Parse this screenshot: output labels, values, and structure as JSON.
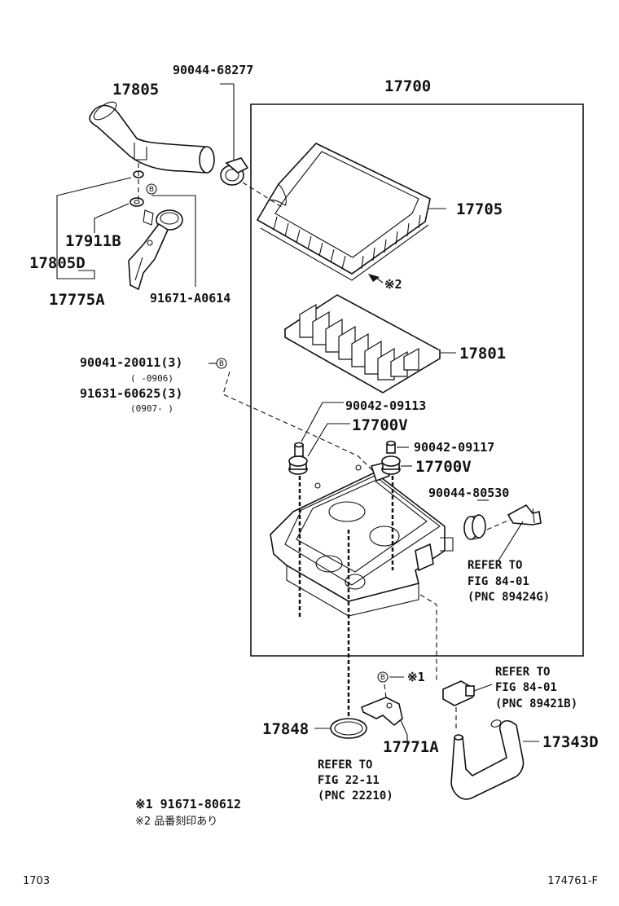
{
  "labels": {
    "p17805": "17805",
    "p90044_68277": "90044-68277",
    "p17700": "17700",
    "p17705": "17705",
    "mark2_near_17705": "※2",
    "p17911B": "17911B",
    "p17805D": "17805D",
    "p17775A": "17775A",
    "p91671_A0614": "91671-A0614",
    "p17801": "17801",
    "p90041_20011": "90041-20011(3)",
    "range1": "(    -0906)",
    "p91631_60625": "91631-60625(3)",
    "range2": "(0907-     )",
    "p90042_09113": "90042-09113",
    "p17700V_a": "17700V",
    "p90042_09117": "90042-09117",
    "p17700V_b": "17700V",
    "p90044_80530": "90044-80530",
    "ref_a": [
      "REFER TO",
      "FIG 84-01",
      "(PNC 89424G)"
    ],
    "ref_b": [
      "REFER TO",
      "FIG 84-01",
      "(PNC 89421B)"
    ],
    "mark1_near_bracket": "※1",
    "p17848": "17848",
    "p17771A": "17771A",
    "p17343D": "17343D",
    "ref_c": [
      "REFER TO",
      "FIG 22-11",
      "(PNC 22210)"
    ],
    "circle_b": "B"
  },
  "notes": {
    "note1": "※1  91671-80612",
    "note2": "※2  品番刻印あり"
  },
  "footer": {
    "left": "1703",
    "right": "174761-F"
  }
}
